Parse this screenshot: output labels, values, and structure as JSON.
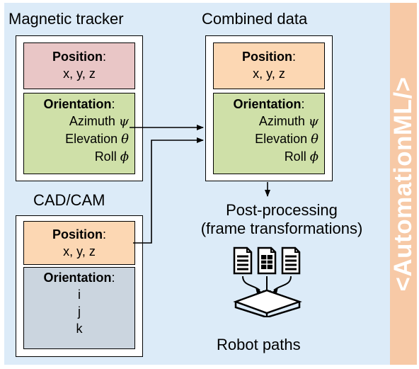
{
  "banner": {
    "text": "<AutomationML/>"
  },
  "magnetic_tracker": {
    "title": "Magnetic tracker",
    "position": {
      "header": "Position",
      "colon": ":",
      "value": "x, y, z"
    },
    "orientation": {
      "header": "Orientation",
      "colon": ":",
      "rows": [
        {
          "label": "Azimuth",
          "symbol": "ψ"
        },
        {
          "label": "Elevation",
          "symbol": "θ"
        },
        {
          "label": "Roll",
          "symbol": "ϕ"
        }
      ]
    }
  },
  "combined_data": {
    "title": "Combined data",
    "position": {
      "header": "Position",
      "colon": ":",
      "value": "x, y, z"
    },
    "orientation": {
      "header": "Orientation",
      "colon": ":",
      "rows": [
        {
          "label": "Azimuth",
          "symbol": "ψ"
        },
        {
          "label": "Elevation",
          "symbol": "θ"
        },
        {
          "label": "Roll",
          "symbol": "ϕ"
        }
      ]
    }
  },
  "cad_cam": {
    "title": "CAD/CAM",
    "position": {
      "header": "Position",
      "colon": ":",
      "value": "x, y, z"
    },
    "orientation": {
      "header": "Orientation",
      "colon": ":",
      "rows": [
        "i",
        "j",
        "k"
      ]
    }
  },
  "post_processing": {
    "line1": "Post-processing",
    "line2": "(frame transformations)"
  },
  "robot_paths": {
    "label": "Robot paths"
  },
  "colors": {
    "background": "#dcebf8",
    "banner": "#f7c9a6",
    "pink": "#e9c6c6",
    "green": "#cfe0a8",
    "orange": "#fcd7b3",
    "gray": "#cbd5df"
  }
}
